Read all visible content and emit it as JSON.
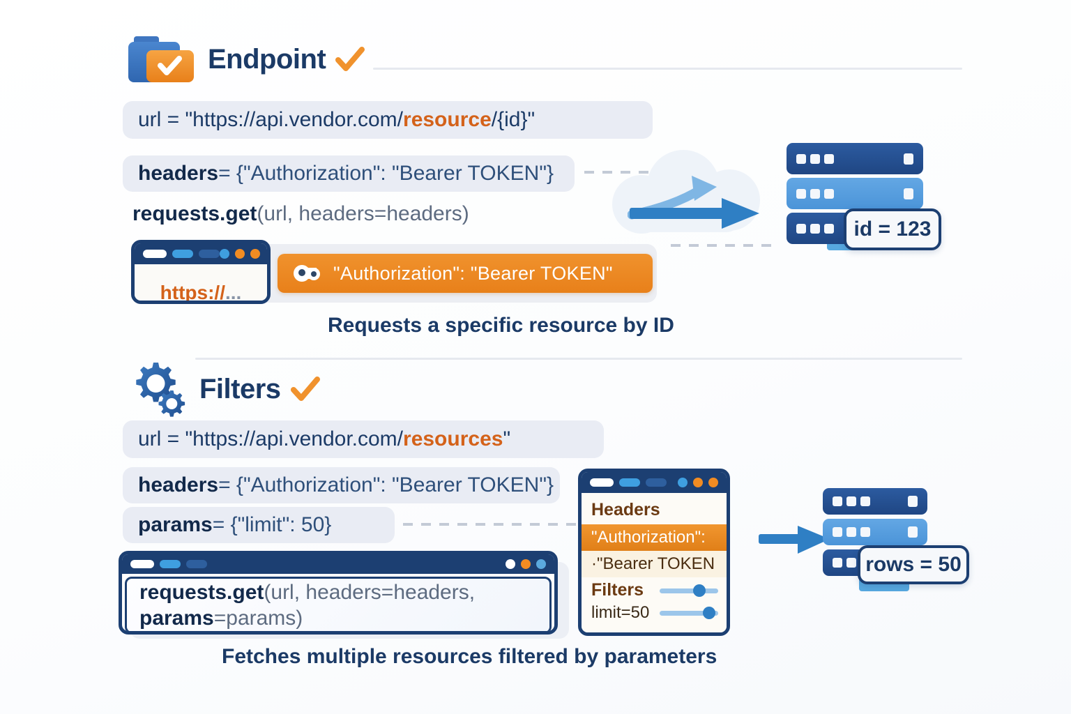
{
  "theme": {
    "navy": "#1b3a66",
    "orange": "#e8801a",
    "blue": "#2f7fc4",
    "chip_bg": "#e9ecf4"
  },
  "sections": [
    {
      "id": "endpoint",
      "title": "Endpoint",
      "icon": "folder-check-icon",
      "check": "orange-check-icon",
      "code": {
        "url_prefix": "url = \"https://api.vendor.com/",
        "url_resource": "resource",
        "url_suffix": "/{id}\"",
        "headers_key": "headers",
        "headers_value": " = {\"Authorization\": \"Bearer TOKEN\"}",
        "call_fn": "requests.get",
        "call_args": "(url, headers=headers)"
      },
      "browser": {
        "url_text_proto": "https://",
        "url_text_rest": "..."
      },
      "auth_banner": {
        "icon": "key-icon",
        "label": "\"Authorization\": \"Bearer TOKEN\""
      },
      "caption": "Requests a specific resource by ID",
      "server_badge": "id = 123"
    },
    {
      "id": "filters",
      "title": "Filters",
      "icon": "gears-icon",
      "check": "orange-check-icon",
      "code": {
        "url_prefix": "url = \"https://api.vendor.com/",
        "url_resource": "resources",
        "url_suffix": "\"",
        "headers_key": "headers",
        "headers_value": " = {\"Authorization\": \"Bearer TOKEN\"}",
        "params_key": "params",
        "params_value": " = {\"limit\": 50}",
        "call_fn": "requests.get",
        "call_args": "(url, headers=headers,",
        "call_fn2": "params",
        "call_args2": "=params)"
      },
      "panel": {
        "headers_title": "Headers",
        "auth_row": "\"Authorization\":",
        "bearer_row": "·\"Bearer TOKEN",
        "filters_label": "Filters",
        "limit_label": "limit=50"
      },
      "caption": "Fetches multiple resources filtered by parameters",
      "server_badge": "rows = 50"
    }
  ]
}
